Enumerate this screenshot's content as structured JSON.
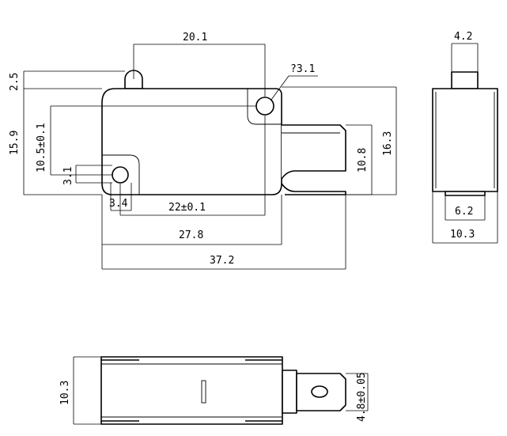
{
  "dimensions": {
    "top_width": "20.1",
    "hole_diameter": "?3.1",
    "height_total": "15.9",
    "actuator_height": "2.5",
    "mount_hole_spacing_v": "10.5±0.1",
    "hole_small": "3.1",
    "hole_offset": "3.4",
    "mount_hole_spacing_h": "22±0.1",
    "body_length": "27.8",
    "overall_length": "37.2",
    "terminal_span": "10.8",
    "right_height": "16.3",
    "side_top_width": "4.2",
    "side_inner_width": "6.2",
    "side_width": "10.3",
    "bottom_height": "10.3",
    "terminal_width": "4.8±0.05"
  },
  "colors": {
    "line": "#000000",
    "background": "#ffffff"
  }
}
